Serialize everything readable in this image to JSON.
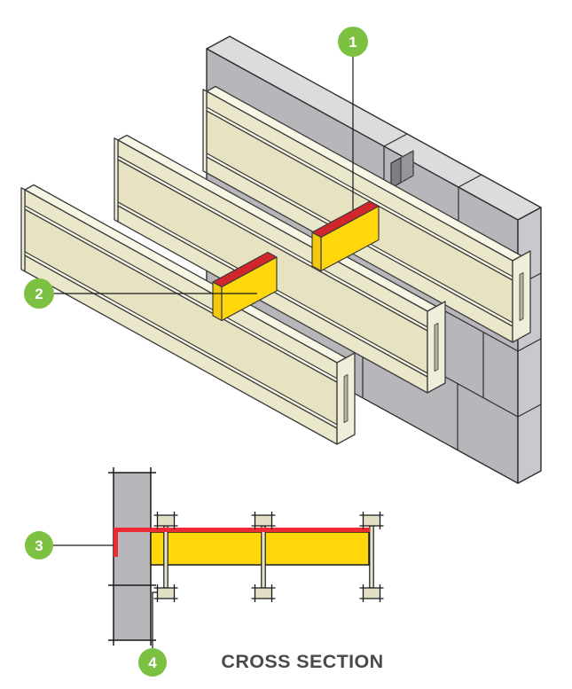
{
  "figure": {
    "type": "construction-detail-diagram",
    "views": {
      "isometric": "exploded wall assembly with furring rails and spacer blocks",
      "cross_section_label": "CROSS SECTION"
    },
    "callouts": [
      {
        "number": "1",
        "points_to": "upper insulation spacer block / adhesive top"
      },
      {
        "number": "2",
        "points_to": "lower insulation spacer block"
      },
      {
        "number": "3",
        "points_to": "adhesive / membrane line at wall"
      },
      {
        "number": "4",
        "points_to": "rail bottom flange fastener"
      }
    ],
    "colors": {
      "callout_green": "#7cc142",
      "insulation_yellow": "#ffd70a",
      "adhesive_red_iso": "#d1262c",
      "adhesive_red_section": "#ee2b33",
      "wall_gray": "#b7b7bb",
      "wall_top_gray": "#d9d9db",
      "rail_cream": "#e9e5c6",
      "rail_cream_light": "#f8f6e4",
      "label_gray": "#4a4a4a"
    }
  }
}
